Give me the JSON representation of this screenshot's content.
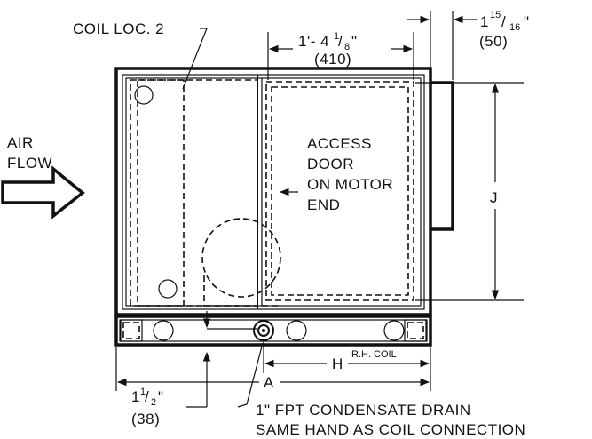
{
  "labels": {
    "coil_location": "COIL LOC. 2",
    "air_flow_line1": "AIR",
    "air_flow_line2": "FLOW",
    "access_door_line1": "ACCESS",
    "access_door_line2": "DOOR",
    "access_door_line3": "ON MOTOR",
    "access_door_line4": "END",
    "dim_j": "J",
    "dim_h": "H",
    "rh_coil": "R.H. COIL",
    "dim_a": "A",
    "drain_line1": "1\" FPT CONDENSATE DRAIN",
    "drain_line2": "SAME HAND AS COIL CONNECTION"
  },
  "dimensions": {
    "door_width_main": "1'- 4",
    "door_width_frac_num": "1",
    "door_width_frac_den": "8",
    "door_width_inch": "\"",
    "door_width_metric": "(410)",
    "side_offset_main": "1",
    "side_offset_frac_num": "15",
    "side_offset_frac_den": "16",
    "side_offset_inch": "\"",
    "side_offset_metric": "(50)",
    "drain_offset_main": "1",
    "drain_offset_frac_num": "1",
    "drain_offset_frac_den": "2",
    "drain_offset_inch": "\"",
    "drain_offset_metric": "(38)"
  }
}
